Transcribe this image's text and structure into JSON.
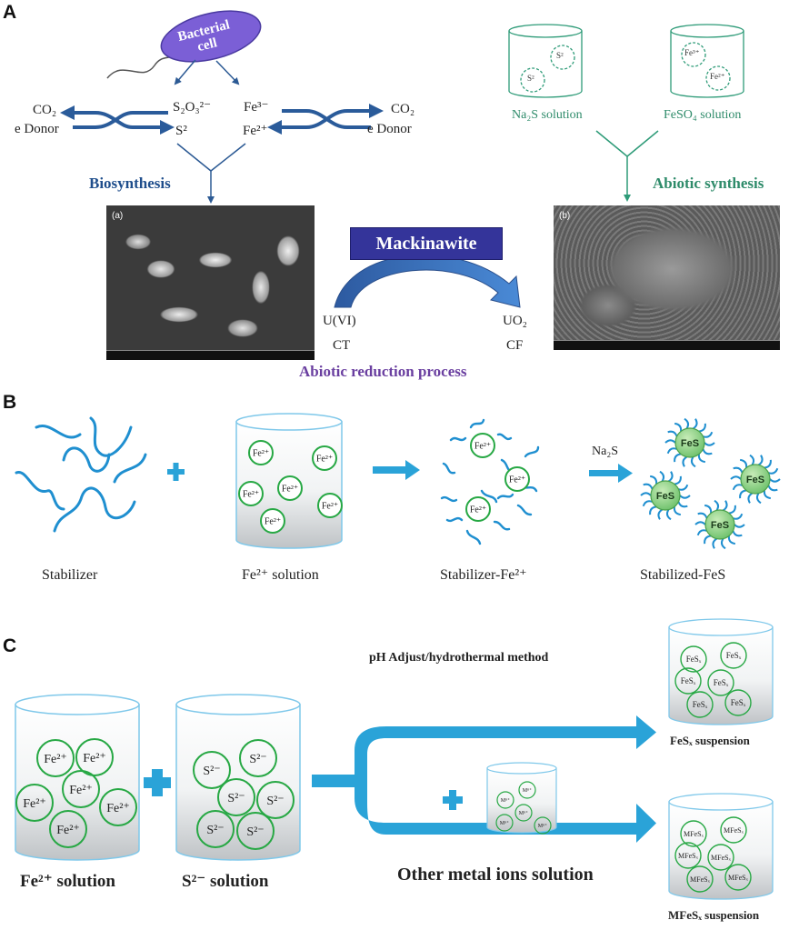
{
  "panels": {
    "a": "A",
    "b": "B",
    "c": "C"
  },
  "panel_a": {
    "bacterial_cell": [
      "Bacterial",
      "cell"
    ],
    "left_co2": "CO₂",
    "left_donor": "e  Donor",
    "thiosulfate": "S₂O₃²⁻",
    "sulfide": "S²",
    "fe3": "Fe³⁻",
    "fe2": "Fe²⁺",
    "right_co2": "CO₂",
    "right_donor": "e  Donor",
    "biosynthesis": "Biosynthesis",
    "na2s_solution": "Na₂S solution",
    "feso4_solution": "FeSO₄ solution",
    "na2s_ions": [
      "S²",
      "S²"
    ],
    "feso4_ions": [
      "Fe³⁺",
      "Fe²⁺"
    ],
    "abiotic_synthesis": "Abiotic synthesis",
    "sem_a_label": "(a)",
    "sem_b_label": "(b)",
    "mackinawite": "Mackinawite",
    "u6": "U(VI)",
    "ct": "CT",
    "uo2": "UO₂",
    "cf": "CF",
    "abiotic_reduction": "Abiotic reduction process"
  },
  "panel_b": {
    "fe2_ion": "Fe²⁺",
    "na2s": "Na₂S",
    "fes": "FeS",
    "stabilizer": "Stabilizer",
    "fe2_solution": "Fe²⁺ solution",
    "stabilizer_fe2": "Stabilizer-Fe²⁺",
    "stabilized_fes": "Stabilized-FeS"
  },
  "panel_c": {
    "fe2_ion": "Fe²⁺",
    "s2_ion": "S²⁻",
    "m_ion": "Mⁿ⁺",
    "fesx_ion": "FeSₓ",
    "mfesx_ion": "MFeSₓ",
    "ph_method": "pH Adjust/hydrothermal method",
    "fesx_suspension": "FeSₓ suspension",
    "mfesx_suspension": "MFeSₓ suspension",
    "fe2_solution": "Fe²⁺ solution",
    "s2_solution": "S²⁻ solution",
    "other_metal": "Other metal ions solution"
  },
  "colors": {
    "arrow_blue": "#1f4e8c",
    "flow_blue": "#1aa0d8",
    "ion_green": "#27a844",
    "mackinawite_fill": "#3a3a8c",
    "cell_fill": "#7b5fd6",
    "abiotic_green": "#2e8b6a",
    "reduction_purple": "#6a3fa0"
  }
}
